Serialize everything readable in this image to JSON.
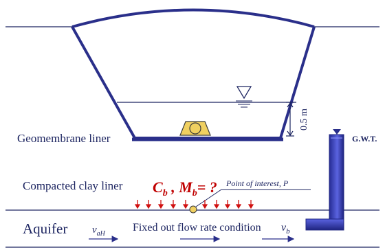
{
  "labels": {
    "depth": "0.5 m",
    "geomembrane": "Geomembrane liner",
    "gwt": "G.W.T.",
    "clay": "Compacted clay liner",
    "unknown_c": "C",
    "unknown_c_sub": "b",
    "unknown_sep": " , ",
    "unknown_m": "M",
    "unknown_m_sub": "b",
    "unknown_eq": "= ?",
    "point": "Point of interest, P",
    "aquifer": "Aquifer",
    "vah": "v",
    "vah_sub": "aH",
    "flow_condition": "Fixed out flow rate condition",
    "vb": "v",
    "vb_sub": "b"
  },
  "colors": {
    "liner": "#2a2f8a",
    "line": "#1c2460",
    "unknown": "#c00000",
    "arrow_red": "#d01010",
    "pipe": "#3a43c8",
    "pipe_dark": "#1f2580",
    "container_fill": "#f0d060"
  },
  "icons": {
    "water_level": "inverted-triangle-water-level-icon",
    "gwt": "water-table-triangle-icon",
    "waste": "waste-container-icon"
  }
}
